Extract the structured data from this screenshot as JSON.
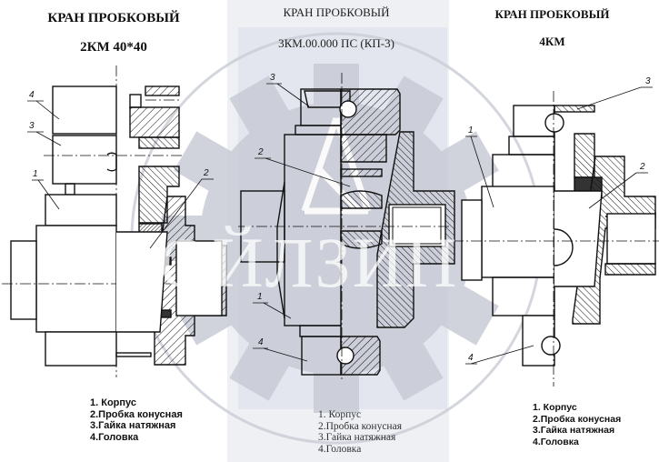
{
  "panels": [
    {
      "title": "КРАН ПРОБКОВЫЙ",
      "model": "2КМ 40*40",
      "callouts": [
        "1",
        "2",
        "3",
        "4"
      ],
      "legend": [
        "1. Корпус",
        "2.Пробка конусная",
        "3.Гайка натяжная",
        "4.Головка"
      ]
    },
    {
      "title": "КРАН ПРОБКОВЫЙ",
      "model": "3КМ.00.000 ПС (КП-3)",
      "callouts": [
        "1",
        "2",
        "3",
        "4"
      ],
      "legend": [
        "1. Корпус",
        "2.Пробка конусная",
        "3.Гайка натяжная",
        "4.Головка"
      ]
    },
    {
      "title": "КРАН ПРОБКОВЫЙ",
      "model": "4КМ",
      "callouts": [
        "1",
        "2",
        "3",
        "4"
      ],
      "legend": [
        "1. Корпус",
        "2.Пробка конусная",
        "3.Гайка натяжная",
        "4.Головка"
      ]
    }
  ],
  "watermark": {
    "text": "СТРОЙЛЗИП",
    "icon": "gear-derrick-logo"
  },
  "colors": {
    "line": "#111111",
    "watermark": "#c9ccd6",
    "middle_panel_bg": "#e3e6ee"
  }
}
